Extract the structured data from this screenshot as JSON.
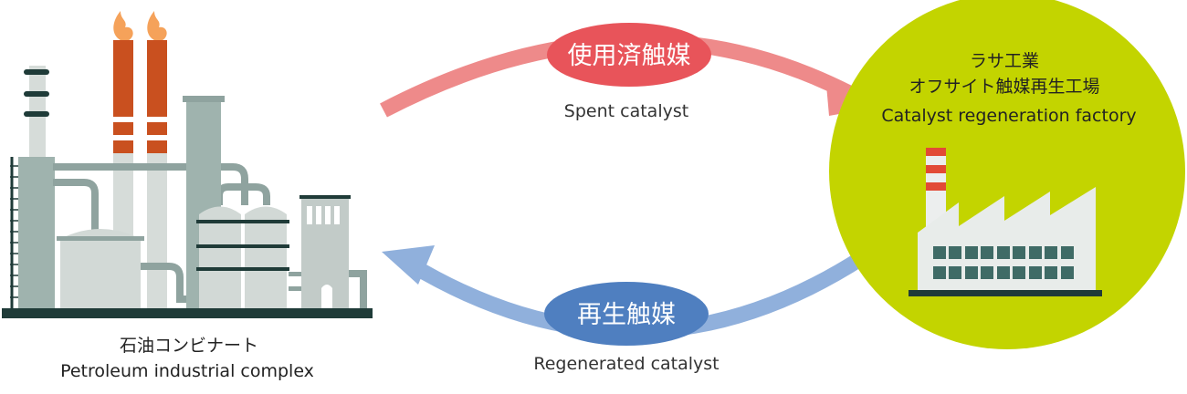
{
  "refinery": {
    "label_jp": "石油コンビナート",
    "label_en": "Petroleum industrial complex"
  },
  "factory": {
    "label_jp_line1": "ラサ工業",
    "label_jp_line2": "オフサイト触媒再生工場",
    "label_en": "Catalyst regeneration factory"
  },
  "spent_flow": {
    "badge": "使用済触媒",
    "caption": "Spent catalyst"
  },
  "regen_flow": {
    "badge": "再生触媒",
    "caption": "Regenerated catalyst"
  },
  "colors": {
    "spent_arrow": "#ee8a8a",
    "spent_badge": "#e8545a",
    "regen_arrow": "#90b0dc",
    "regen_badge": "#4f7fc0",
    "circle": "#c3d400",
    "flame": "#f5a25a",
    "stack_orange": "#c9501f",
    "tank_gray": "#a4b5b1",
    "tank_light": "#d2d9d6",
    "dark": "#1f3b38"
  }
}
